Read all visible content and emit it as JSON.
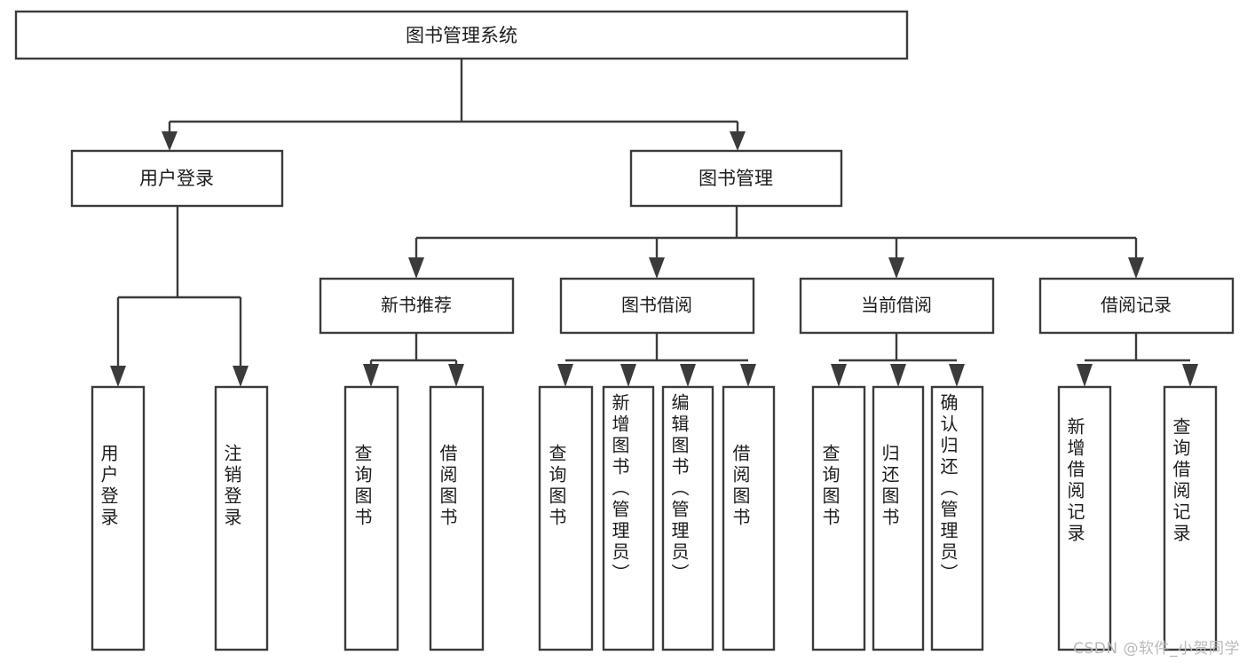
{
  "diagram": {
    "title": "图书管理系统",
    "type": "function-hierarchy-tree",
    "orientation": "top-down",
    "box_fill": "#ffffff",
    "box_stroke": "#3b3b3b",
    "text_color": "#1c1c1c"
  },
  "root": {
    "label": "图书管理系统"
  },
  "level2": [
    {
      "label": "用户登录"
    },
    {
      "label": "图书管理"
    }
  ],
  "level3": [
    {
      "label": "新书推荐"
    },
    {
      "label": "图书借阅"
    },
    {
      "label": "当前借阅"
    },
    {
      "label": "借阅记录"
    }
  ],
  "leaves": {
    "user_login": [
      {
        "label": "用户登录"
      },
      {
        "label": "注销登录"
      }
    ],
    "new_book": [
      {
        "label": "查询图书"
      },
      {
        "label": "借阅图书"
      }
    ],
    "book_borrow": [
      {
        "label": "查询图书"
      },
      {
        "label": "新增图书（管理员）"
      },
      {
        "label": "编辑图书（管理员）"
      },
      {
        "label": "借阅图书"
      }
    ],
    "current_borrow": [
      {
        "label": "查询图书"
      },
      {
        "label": "归还图书"
      },
      {
        "label": "确认归还（管理员）"
      }
    ],
    "borrow_record": [
      {
        "label": "新增借阅记录"
      },
      {
        "label": "查询借阅记录"
      }
    ]
  },
  "watermark": {
    "text": "CSDN @软件_小贺同学"
  }
}
